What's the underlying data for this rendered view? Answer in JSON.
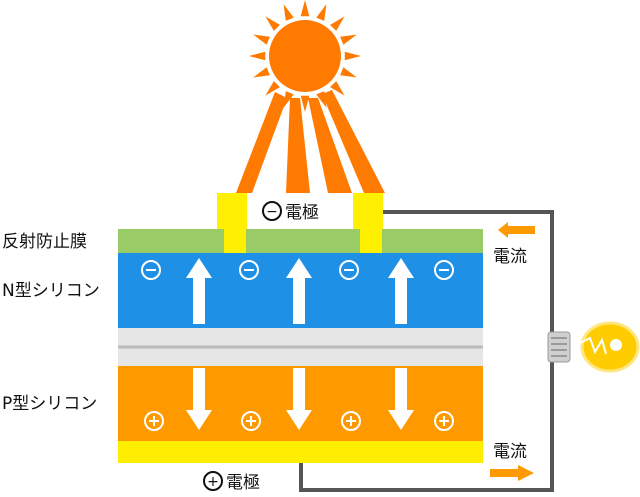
{
  "labels": {
    "negative_electrode": "電極",
    "positive_electrode": "電極",
    "anti_reflection_film": "反射防止膜",
    "n_type_silicon": "N型シリコン",
    "p_type_silicon": "P型シリコン",
    "current_top": "電流",
    "current_bottom": "電流"
  },
  "symbols": {
    "minus": "−",
    "plus": "+"
  },
  "colors": {
    "sun": "#ff7a00",
    "sun_rays": "#ff7a00",
    "beam": "#ff7a00",
    "electrode": "#ffef00",
    "anti_reflection": "#99cc66",
    "n_layer": "#1e90e6",
    "junction": "#e6e6e6",
    "p_layer": "#ff9900",
    "base_electrode": "#ffee00",
    "wire": "#555555",
    "arrow": "#ffffff",
    "current_arrow": "#ff9900",
    "bulb_glass": "#ffcc00"
  }
}
